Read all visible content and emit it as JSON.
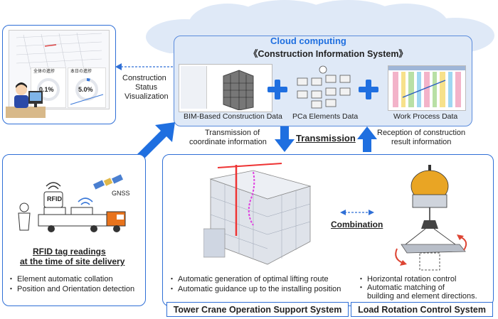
{
  "cloud": {
    "title": "Cloud computing",
    "system_title": "《Construction Information System》"
  },
  "cloud_items": [
    {
      "label": "BIM-Based Construction Data"
    },
    {
      "label": "PCa Elements Data"
    },
    {
      "label": "Work Process Data"
    }
  ],
  "visualization": {
    "label_line1": "Construction",
    "label_line2": "Status",
    "label_line3": "Visualization",
    "gauge1_title": "全体の進捗",
    "gauge1_value": "0.1%",
    "gauge2_title": "本日の進捗",
    "gauge2_value": "5.0%"
  },
  "transmission": {
    "left_line1": "Transmission of",
    "left_line2": "coordinate information",
    "center": "Transmission",
    "right_line1": "Reception of construction",
    "right_line2": "result information"
  },
  "rfid": {
    "rfid_label": "RFID",
    "gnss_label": "GNSS",
    "title_line1": "RFID tag readings",
    "title_line2": "at the time of site delivery",
    "bullets": [
      "・ Element automatic collation",
      "・ Position and Orientation detection"
    ]
  },
  "crane": {
    "combination": "Combination",
    "bullets_left": [
      "・ Automatic generation of optimal lifting route",
      "・ Automatic guidance up to the installing position"
    ],
    "bullets_right": [
      "・ Horizontal rotation control",
      "・ Automatic matching of",
      "building and element directions."
    ],
    "system_left": "Tower Crane Operation Support System",
    "system_right": "Load Rotation Control System"
  },
  "colors": {
    "accent": "#2f6fd6",
    "arrow": "#1f6fe0",
    "cloud_title": "#1f6fe0"
  }
}
